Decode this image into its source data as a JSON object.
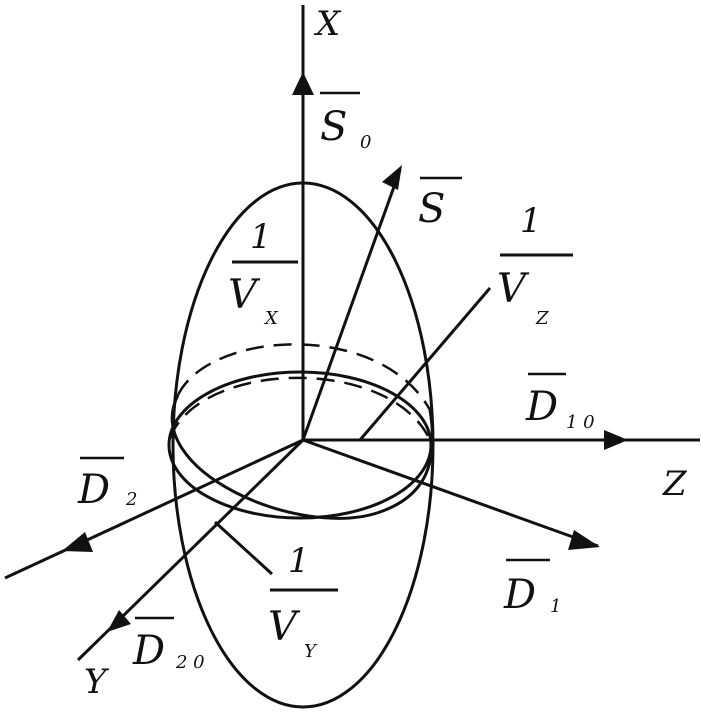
{
  "labels": {
    "axis_x": "X",
    "axis_z": "Z",
    "axis_y": "Y",
    "s0_main": "S",
    "s0_sub": "0",
    "s_main": "S",
    "vx_num": "1",
    "vx_den": "V",
    "vx_sub": "X",
    "vz_num": "1",
    "vz_den": "V",
    "vz_sub": "Z",
    "vy_num": "1",
    "vy_den": "V",
    "vy_sub": "Y",
    "d10_main": "D",
    "d10_sub": "1 0",
    "d1_main": "D",
    "d1_sub": "1",
    "d2_main": "D",
    "d2_sub": "2",
    "d20_main": "D",
    "d20_sub": "2 0"
  }
}
